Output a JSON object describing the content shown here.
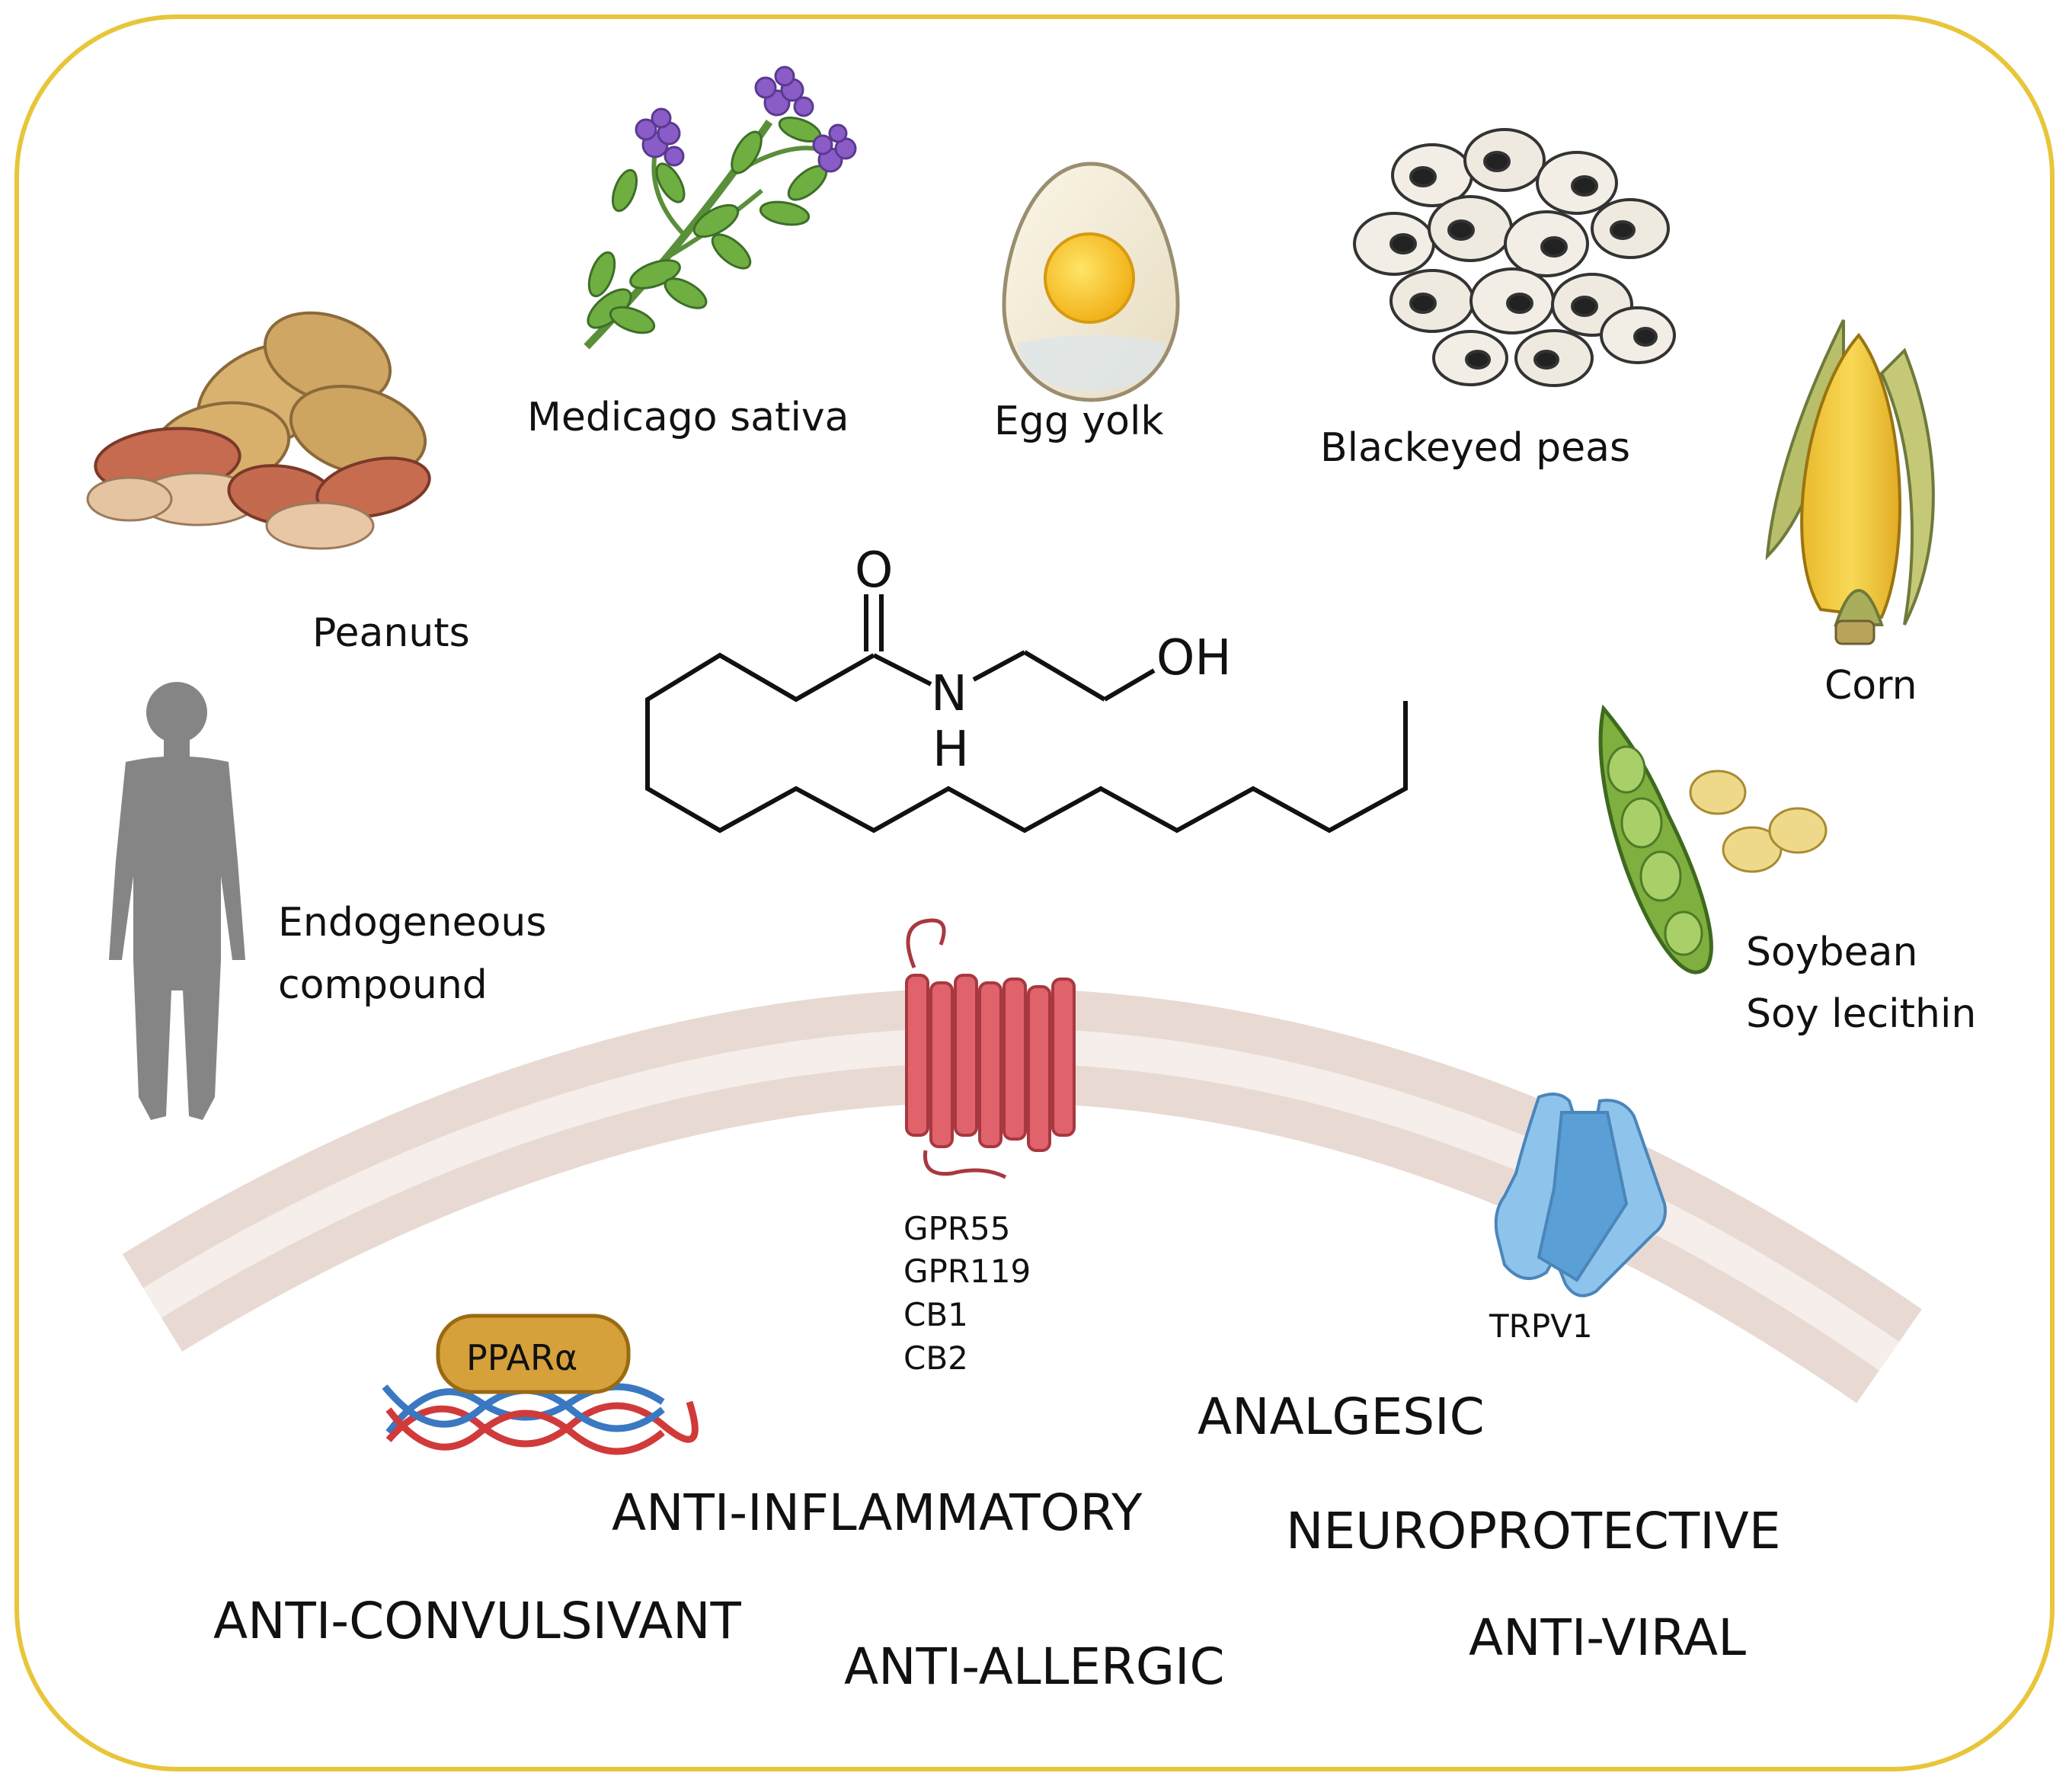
{
  "sources": {
    "peanuts": "Peanuts",
    "medicago": "Medicago sativa",
    "egg": "Egg yolk",
    "peas": "Blackeyed peas",
    "corn": "Corn",
    "soy_line1": "Soybean",
    "soy_line2": "Soy lecithin",
    "endo_line1": "Endogeneous",
    "endo_line2": "compound"
  },
  "molecule": {
    "oxygen": "O",
    "nitrogen": "N",
    "hydrogen": "H",
    "hydroxyl": "OH"
  },
  "receptors": {
    "gpcr": [
      "GPR55",
      "GPR119",
      "CB1",
      "CB2"
    ],
    "channel": "TRPV1",
    "nuclear": "PPARα"
  },
  "effects": {
    "analgesic": "ANALGESIC",
    "anti_inflammatory": "ANTI-INFLAMMATORY",
    "neuroprotective": "NEUROPROTECTIVE",
    "anti_convulsivant": "ANTI-CONVULSIVANT",
    "anti_allergic": "ANTI-ALLERGIC",
    "anti_viral": "ANTI-VIRAL"
  },
  "colors": {
    "frame": "#E8C53A",
    "membrane_outer": "#E8DAD2",
    "membrane_inner": "#F5EEEA",
    "gpcr": "#E0626A",
    "channel": "#8EC4EC",
    "pparα": "#D6A13A",
    "dna_red": "#D13A3A",
    "dna_blue": "#3A78C2",
    "human": "#858585"
  }
}
